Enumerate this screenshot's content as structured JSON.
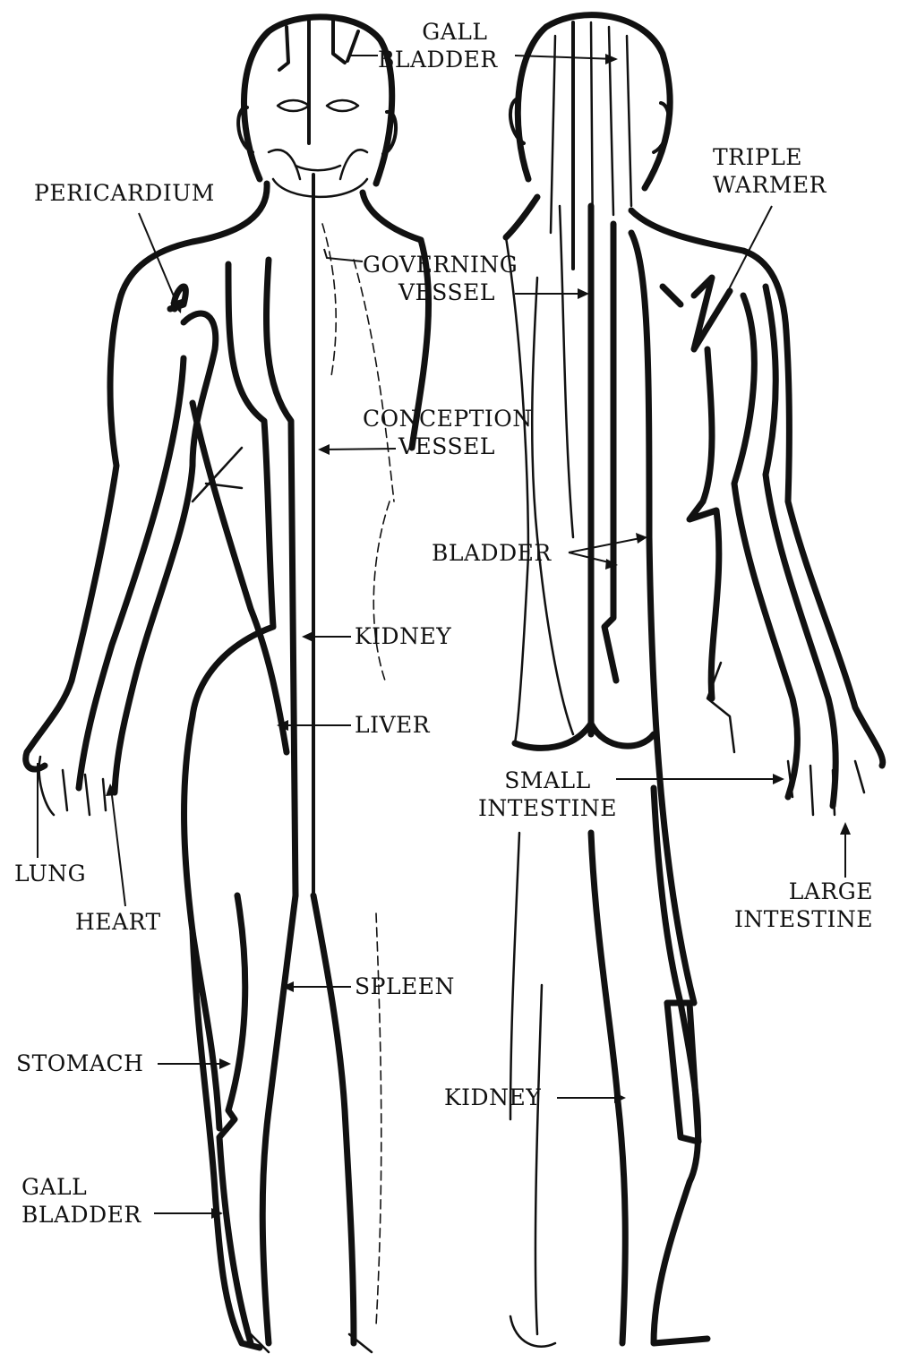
{
  "labels": {
    "gall_bladder_top": [
      "GALL",
      "BLADDER"
    ],
    "pericardium": [
      "PERICARDIUM"
    ],
    "triple_warmer": [
      "TRIPLE",
      "WARMER"
    ],
    "governing_vessel": [
      "GOVERNING",
      "VESSEL"
    ],
    "conception_vessel": [
      "CONCEPTION",
      "VESSEL"
    ],
    "bladder": [
      "BLADDER"
    ],
    "kidney_front": [
      "KIDNEY"
    ],
    "liver": [
      "LIVER"
    ],
    "small_intestine": [
      "SMALL",
      "INTESTINE"
    ],
    "lung": [
      "LUNG"
    ],
    "heart": [
      "HEART"
    ],
    "large_intestine": [
      "LARGE",
      "INTESTINE"
    ],
    "spleen": [
      "SPLEEN"
    ],
    "stomach": [
      "STOMACH"
    ],
    "kidney_back": [
      "KIDNEY"
    ],
    "gall_bladder_bottom": [
      "GALL",
      "BLADDER"
    ]
  },
  "colors": {
    "ink": "#111111",
    "paper": "#ffffff"
  }
}
